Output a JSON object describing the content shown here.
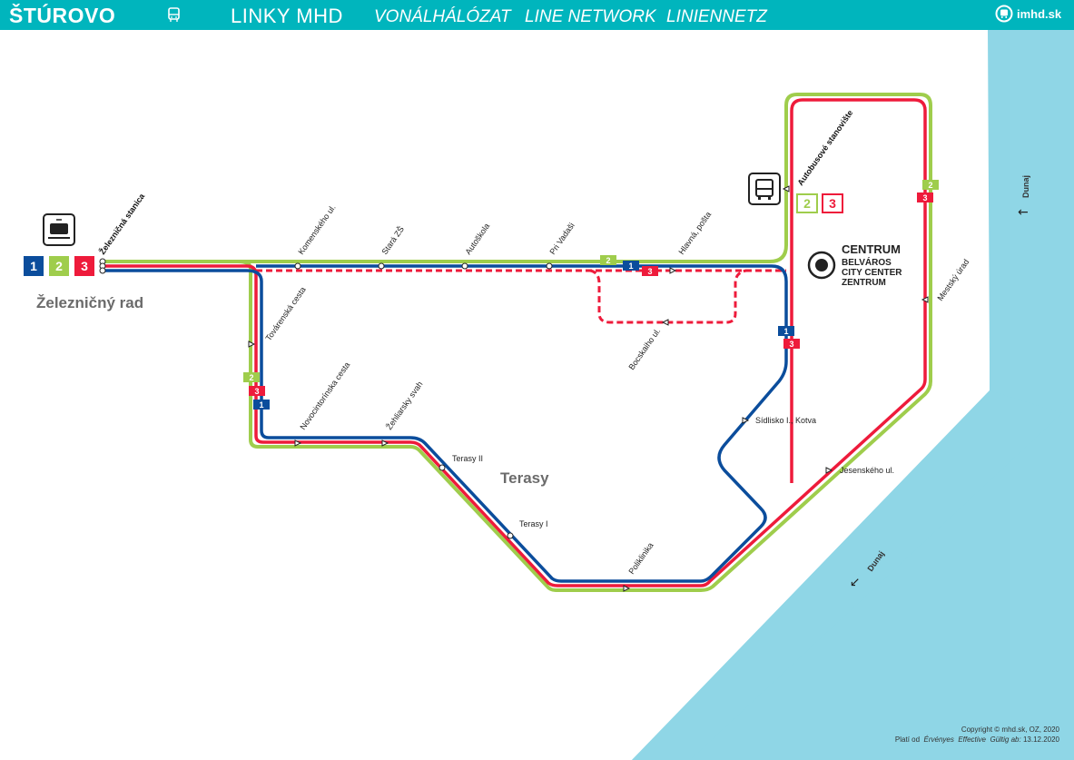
{
  "header": {
    "city": "ŠTÚROVO",
    "title": "LINKY MHD",
    "subtitles": [
      "VONÁLHÁLÓZAT",
      "LINE NETWORK",
      "LINIENNETZ"
    ],
    "logo": "imhd.sk"
  },
  "colors": {
    "header_bg": "#00b5bd",
    "line1": "#0b4d9c",
    "line2": "#9fcd4c",
    "line3": "#ee1b3b",
    "river": "#8fd6e6"
  },
  "lines": [
    {
      "label": "1",
      "color": "#0b4d9c"
    },
    {
      "label": "2",
      "color": "#9fcd4c"
    },
    {
      "label": "3",
      "color": "#ee1b3b"
    }
  ],
  "stops": {
    "zeleznicna": "Železničná stanica",
    "komenskeho": "Komenského ul.",
    "stara_zs": "Stará ZŠ",
    "autoskola": "Autoškola",
    "pri_vadasi": "Pri Vadaši",
    "hlavna_posta": "Hlavná, pošta",
    "autobusove": "Autobusové stanovište",
    "mestsky_urad": "Mestský úrad",
    "tovarenska": "Továrenská cesta",
    "bocskaiho": "Bocskaiho ul.",
    "novocintorinska": "Novocintorínska cesta",
    "zehliarsky": "Žehliarsky svah",
    "terasy_ii": "Terasy II",
    "terasy_i": "Terasy I",
    "sidlisko": "Sídlisko I., Kotva",
    "jesenskeho": "Jesenského ul.",
    "poliklinika": "Poliklinika"
  },
  "districts": {
    "zelezny_rad": "Železničný rad",
    "terasy": "Terasy"
  },
  "centrum": {
    "title": "CENTRUM",
    "sub1": "BELVÁROS",
    "sub2": "CITY CENTER",
    "sub3": "ZENTRUM"
  },
  "river": "Dunaj",
  "footer": {
    "copyright": "Copyright © mhd.sk, OZ, 2020",
    "valid_sk": "Platí od",
    "valid_hu": "Érvényes",
    "valid_en": "Effective",
    "valid_de": "Gültig ab:",
    "date": "13.12.2020"
  }
}
